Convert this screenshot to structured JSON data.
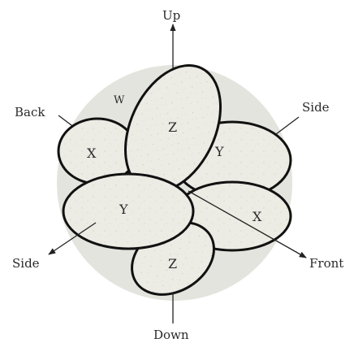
{
  "colors": {
    "sphere": "#e4e4de",
    "disc_fill": "#ecebe4",
    "disc_stroke": "#111111",
    "axis": "#222222"
  },
  "axes": {
    "up": "Up",
    "down": "Down",
    "back": "Back",
    "front": "Front",
    "side_right": "Side",
    "side_left": "Side"
  },
  "ellipses": {
    "w": "W",
    "z_top": "Z",
    "x_left": "X",
    "y_right": "Y",
    "y_left": "Y",
    "x_right": "X",
    "z_bottom": "Z"
  }
}
